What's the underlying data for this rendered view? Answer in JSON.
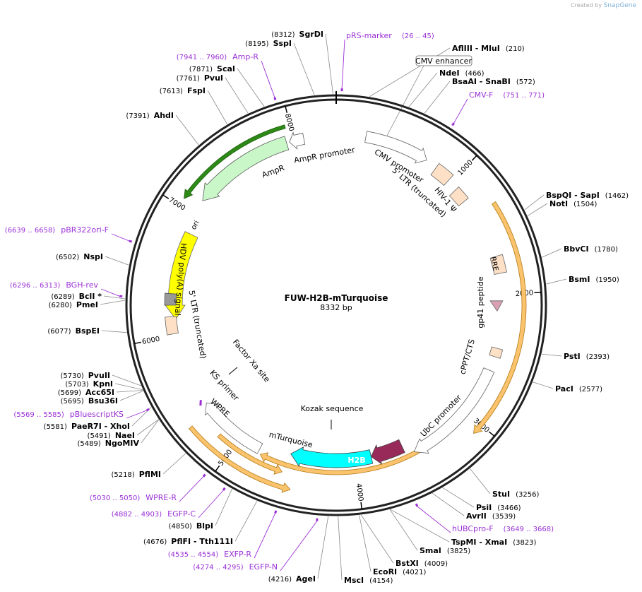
{
  "branding": {
    "created_by": "Created by",
    "product": "SnapGene"
  },
  "map": {
    "name": "FUW-H2B-mTurquoise",
    "length_label": "8332 bp",
    "total_bp": 8332
  },
  "ticks": [
    "1000",
    "2000",
    "3000",
    "4000",
    "5000",
    "6000",
    "7000",
    "8000"
  ],
  "sites": [
    {
      "name": "SgrDI",
      "pos": "(8312)",
      "bp": 8312
    },
    {
      "name": "SspI",
      "pos": "(8195)",
      "bp": 8195
    },
    {
      "name": "AflIII  - MluI",
      "pos": "(210)",
      "bp": 210
    },
    {
      "name": "NdeI",
      "pos": "(466)",
      "bp": 466
    },
    {
      "name": "BsaAI  - SnaBI",
      "pos": "(572)",
      "bp": 572
    },
    {
      "name": "BspQI  - SapI",
      "pos": "(1462)",
      "bp": 1462
    },
    {
      "name": "NotI",
      "pos": "(1504)",
      "bp": 1504
    },
    {
      "name": "BbvCI",
      "pos": "(1780)",
      "bp": 1780
    },
    {
      "name": "BsmI",
      "pos": "(1950)",
      "bp": 1950
    },
    {
      "name": "PstI",
      "pos": "(2393)",
      "bp": 2393
    },
    {
      "name": "PacI",
      "pos": "(2577)",
      "bp": 2577
    },
    {
      "name": "StuI",
      "pos": "(3256)",
      "bp": 3256
    },
    {
      "name": "PsiI",
      "pos": "(3466)",
      "bp": 3466
    },
    {
      "name": "AvrII",
      "pos": "(3539)",
      "bp": 3539
    },
    {
      "name": "TspMI  - XmaI",
      "pos": "(3823)",
      "bp": 3823
    },
    {
      "name": "SmaI",
      "pos": "(3825)",
      "bp": 3825
    },
    {
      "name": "BstXI",
      "pos": "(4009)",
      "bp": 4009
    },
    {
      "name": "EcoRI",
      "pos": "(4021)",
      "bp": 4021
    },
    {
      "name": "MscI",
      "pos": "(4154)",
      "bp": 4154
    },
    {
      "name": "AgeI",
      "pos": "(4216)",
      "bp": 4216
    },
    {
      "name": "PflFI  - Tth111I",
      "pos": "(4676)",
      "bp": 4676
    },
    {
      "name": "BlpI",
      "pos": "(4850)",
      "bp": 4850
    },
    {
      "name": "PflMI",
      "pos": "(5218)",
      "bp": 5218
    },
    {
      "name": "NgoMIV",
      "pos": "(5489)",
      "bp": 5489
    },
    {
      "name": "NaeI",
      "pos": "(5491)",
      "bp": 5491
    },
    {
      "name": "PaeR7I  - XhoI",
      "pos": "(5581)",
      "bp": 5581
    },
    {
      "name": "Bsu36I",
      "pos": "(5695)",
      "bp": 5695
    },
    {
      "name": "Acc65I",
      "pos": "(5699)",
      "bp": 5699
    },
    {
      "name": "KpnI",
      "pos": "(5703)",
      "bp": 5703
    },
    {
      "name": "PvuII",
      "pos": "(5730)",
      "bp": 5730
    },
    {
      "name": "BspEI",
      "pos": "(6077)",
      "bp": 6077
    },
    {
      "name": "PmeI",
      "pos": "(6280)",
      "bp": 6280
    },
    {
      "name": "BclI *",
      "pos": "(6289)",
      "bp": 6289
    },
    {
      "name": "NspI",
      "pos": "(6502)",
      "bp": 6502
    },
    {
      "name": "AhdI",
      "pos": "(7391)",
      "bp": 7391
    },
    {
      "name": "FspI",
      "pos": "(7613)",
      "bp": 7613
    },
    {
      "name": "PvuI",
      "pos": "(7761)",
      "bp": 7761
    },
    {
      "name": "ScaI",
      "pos": "(7871)",
      "bp": 7871
    }
  ],
  "primers": [
    {
      "name": "pRS-marker",
      "pos": "(26 .. 45)",
      "bp": 35
    },
    {
      "name": "CMV-F",
      "pos": "(751 .. 771)",
      "bp": 761
    },
    {
      "name": "hUBCpro-F",
      "pos": "(3649 .. 3668)",
      "bp": 3658
    },
    {
      "name": "EGFP-N",
      "pos": "(4274 .. 4295)",
      "bp": 4284
    },
    {
      "name": "EXFP-R",
      "pos": "(4535 .. 4554)",
      "bp": 4544
    },
    {
      "name": "EGFP-C",
      "pos": "(4882 .. 4903)",
      "bp": 4892
    },
    {
      "name": "WPRE-R",
      "pos": "(5030 .. 5050)",
      "bp": 5040
    },
    {
      "name": "pBluescriptKS",
      "pos": "(5569 .. 5585)",
      "bp": 5577
    },
    {
      "name": "BGH-rev",
      "pos": "(6296 .. 6313)",
      "bp": 6304
    },
    {
      "name": "pBR322ori-F",
      "pos": "(6639 .. 6658)",
      "bp": 6648
    },
    {
      "name": "Amp-R",
      "pos": "(7941 .. 7960)",
      "bp": 7950
    }
  ],
  "features": {
    "cmv_enhancer": "CMV enhancer",
    "cmv_promoter": "CMV promoter",
    "ltr_top": "5' LTR (truncated)",
    "hiv_psi": "HIV-1 Ψ",
    "rre": "RRE",
    "gp41": "gp41 peptide",
    "cppt": "cPPT/CTS",
    "ubc": "UbC promoter",
    "h2b": "H2B",
    "kozak": "Kozak sequence",
    "mturquoise": "mTurquoise",
    "wpre": "WPRE",
    "ks_primer": "KS primer",
    "factor_xa": "Factor Xa site",
    "ltr_left": "5' LTR (truncated)",
    "hdv": "HDV poly(A) signal",
    "ori": "ori",
    "ampr": "AmpR",
    "ampr_promoter": "AmpR promoter"
  },
  "colors": {
    "backbone": "#222222",
    "primer": "#9a2fd6",
    "ampr_fill": "#c9f7c8",
    "ori_fill": "#ffff00",
    "ltr_fill": "#fde0c6",
    "mturq_fill": "#00ffff",
    "h2b_fill": "#982a5a",
    "ubc_fill": "#ffffff",
    "orf_fill": "#fbc36b",
    "ampr_orf": "#2d8a17",
    "hdv_fill": "#999999",
    "gp41_fill": "#d9a0b5"
  }
}
